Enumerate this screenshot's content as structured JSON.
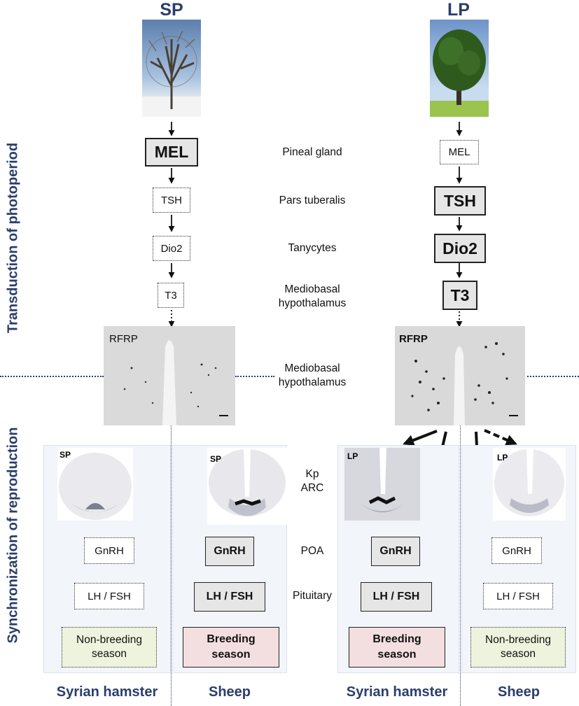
{
  "headers": {
    "sp": "SP",
    "lp": "LP"
  },
  "side_labels": {
    "top": "Transduction of photoperiod",
    "bottom": "Synchronization of reproduction"
  },
  "pathway_sp": {
    "mel": "MEL",
    "tsh": "TSH",
    "dio2": "Dio2",
    "t3": "T3",
    "rfrp": "RFRP"
  },
  "pathway_lp": {
    "mel": "MEL",
    "tsh": "TSH",
    "dio2": "Dio2",
    "t3": "T3",
    "rfrp": "RFRP"
  },
  "middle_labels": {
    "pineal": "Pineal gland",
    "pars": "Pars tuberalis",
    "tanycytes": "Tanycytes",
    "mbh1_line1": "Mediobasal",
    "mbh1_line2": "hypothalamus",
    "mbh2_line1": "Mediobasal",
    "mbh2_line2": "hypothalamus",
    "kp": "Kp",
    "arc": "ARC",
    "poa": "POA",
    "pituitary": "Pituitary"
  },
  "columns": [
    {
      "panel_label": "SP",
      "gnrh": "GnRH",
      "lhfsh": "LH / FSH",
      "season_line1": "Non-breeding",
      "season_line2": "season",
      "species": "Syrian hamster"
    },
    {
      "panel_label": "SP",
      "gnrh": "GnRH",
      "lhfsh": "LH / FSH",
      "season_line1": "Breeding",
      "season_line2": "season",
      "species": "Sheep"
    },
    {
      "panel_label": "LP",
      "gnrh": "GnRH",
      "lhfsh": "LH / FSH",
      "season_line1": "Breeding",
      "season_line2": "season",
      "species": "Syrian hamster"
    },
    {
      "panel_label": "LP",
      "gnrh": "GnRH",
      "lhfsh": "LH / FSH",
      "season_line1": "Non-breeding",
      "season_line2": "season",
      "species": "Sheep"
    }
  ],
  "colors": {
    "accent": "#2b3d6b",
    "non_breeding_fill": "#eef3dd",
    "breeding_fill": "#f3dfdf",
    "box_fill": "#e6e6e6",
    "panel_fill": "#f2f5fa"
  }
}
